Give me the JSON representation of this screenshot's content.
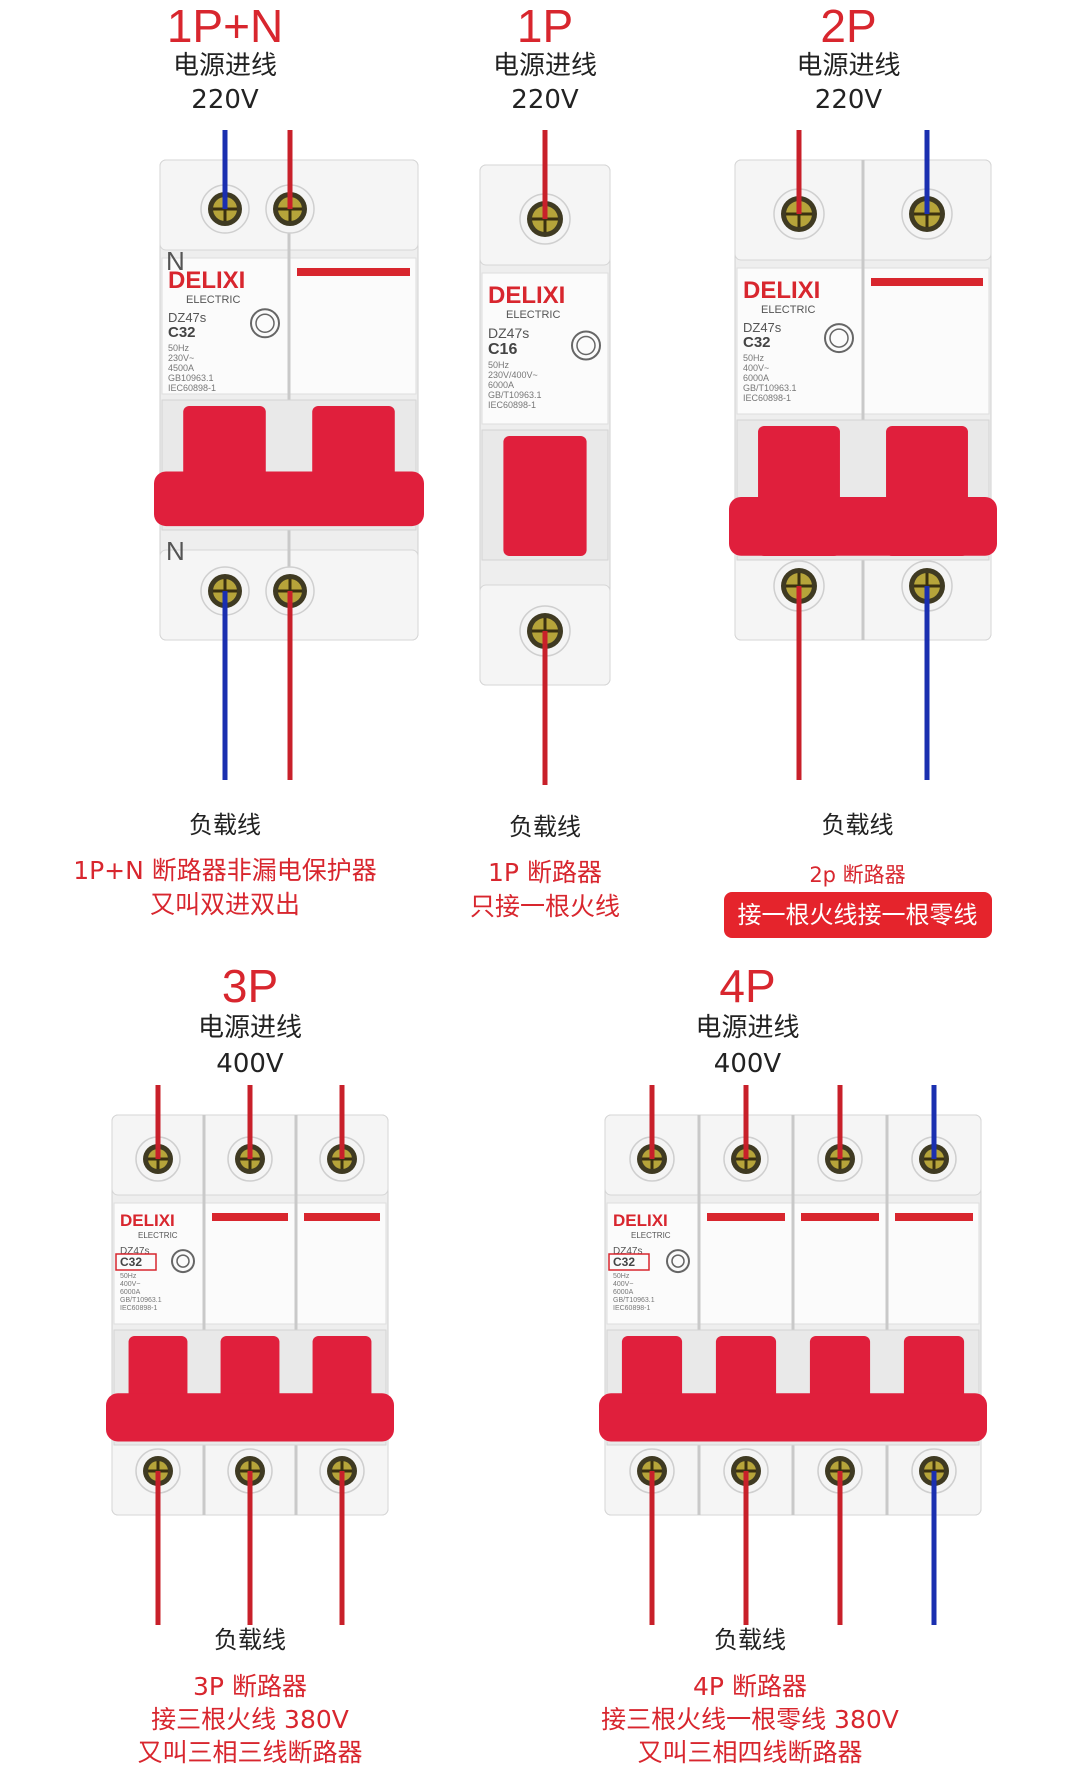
{
  "colors": {
    "accent": "#d8262e",
    "live_wire": "#c8202a",
    "neutral_wire": "#1a2fb0",
    "handle": "#e01f3c",
    "body": "#eeeeee"
  },
  "panels": [
    {
      "poles": "1P+N",
      "feed_label": "电源进线",
      "voltage": "220V",
      "load_label": "负载线",
      "desc": [
        "1P+N 断路器非漏电保护器",
        "又叫双进双出"
      ],
      "brand": "DELIXI",
      "sub": "ELECTRIC",
      "model": "DZ47s",
      "rating": "C32",
      "terminal_marks": [
        "N",
        "N"
      ],
      "specs": [
        "50Hz",
        "230V~",
        "4500A",
        "GB10963.1",
        "IEC60898-1"
      ],
      "wires_top": [
        "neutral",
        "live"
      ],
      "wires_bottom": [
        "neutral",
        "live"
      ]
    },
    {
      "poles": "1P",
      "feed_label": "电源进线",
      "voltage": "220V",
      "load_label": "负载线",
      "desc": [
        "1P 断路器",
        "只接一根火线"
      ],
      "brand": "DELIXI",
      "sub": "ELECTRIC",
      "model": "DZ47s",
      "rating": "C16",
      "specs": [
        "50Hz",
        "230V/400V~",
        "6000A",
        "GB/T10963.1",
        "IEC60898-1"
      ],
      "wires_top": [
        "live"
      ],
      "wires_bottom": [
        "live"
      ]
    },
    {
      "poles": "2P",
      "feed_label": "电源进线",
      "voltage": "220V",
      "load_label": "负载线",
      "desc_small": "2p 断路器",
      "badge": "接一根火线接一根零线",
      "brand": "DELIXI",
      "sub": "ELECTRIC",
      "model": "DZ47s",
      "rating": "C32",
      "specs": [
        "50Hz",
        "400V~",
        "6000A",
        "GB/T10963.1",
        "IEC60898-1"
      ],
      "wires_top": [
        "live",
        "neutral"
      ],
      "wires_bottom": [
        "live",
        "neutral"
      ]
    },
    {
      "poles": "3P",
      "feed_label": "电源进线",
      "voltage": "400V",
      "load_label": "负载线",
      "desc": [
        "3P 断路器",
        "接三根火线 380V",
        "又叫三相三线断路器"
      ],
      "brand": "DELIXI",
      "sub": "ELECTRIC",
      "model": "DZ47s",
      "rating": "C32",
      "specs": [
        "50Hz",
        "400V~",
        "6000A",
        "GB/T10963.1",
        "IEC60898-1"
      ],
      "wires_top": [
        "live",
        "live",
        "live"
      ],
      "wires_bottom": [
        "live",
        "live",
        "live"
      ]
    },
    {
      "poles": "4P",
      "feed_label": "电源进线",
      "voltage": "400V",
      "load_label": "负载线",
      "desc": [
        "4P 断路器",
        "接三根火线一根零线 380V",
        "又叫三相四线断路器"
      ],
      "brand": "DELIXI",
      "sub": "ELECTRIC",
      "model": "DZ47s",
      "rating": "C32",
      "specs": [
        "50Hz",
        "400V~",
        "6000A",
        "GB/T10963.1",
        "IEC60898-1"
      ],
      "wires_top": [
        "live",
        "live",
        "live",
        "neutral"
      ],
      "wires_bottom": [
        "live",
        "live",
        "live",
        "neutral"
      ]
    }
  ]
}
